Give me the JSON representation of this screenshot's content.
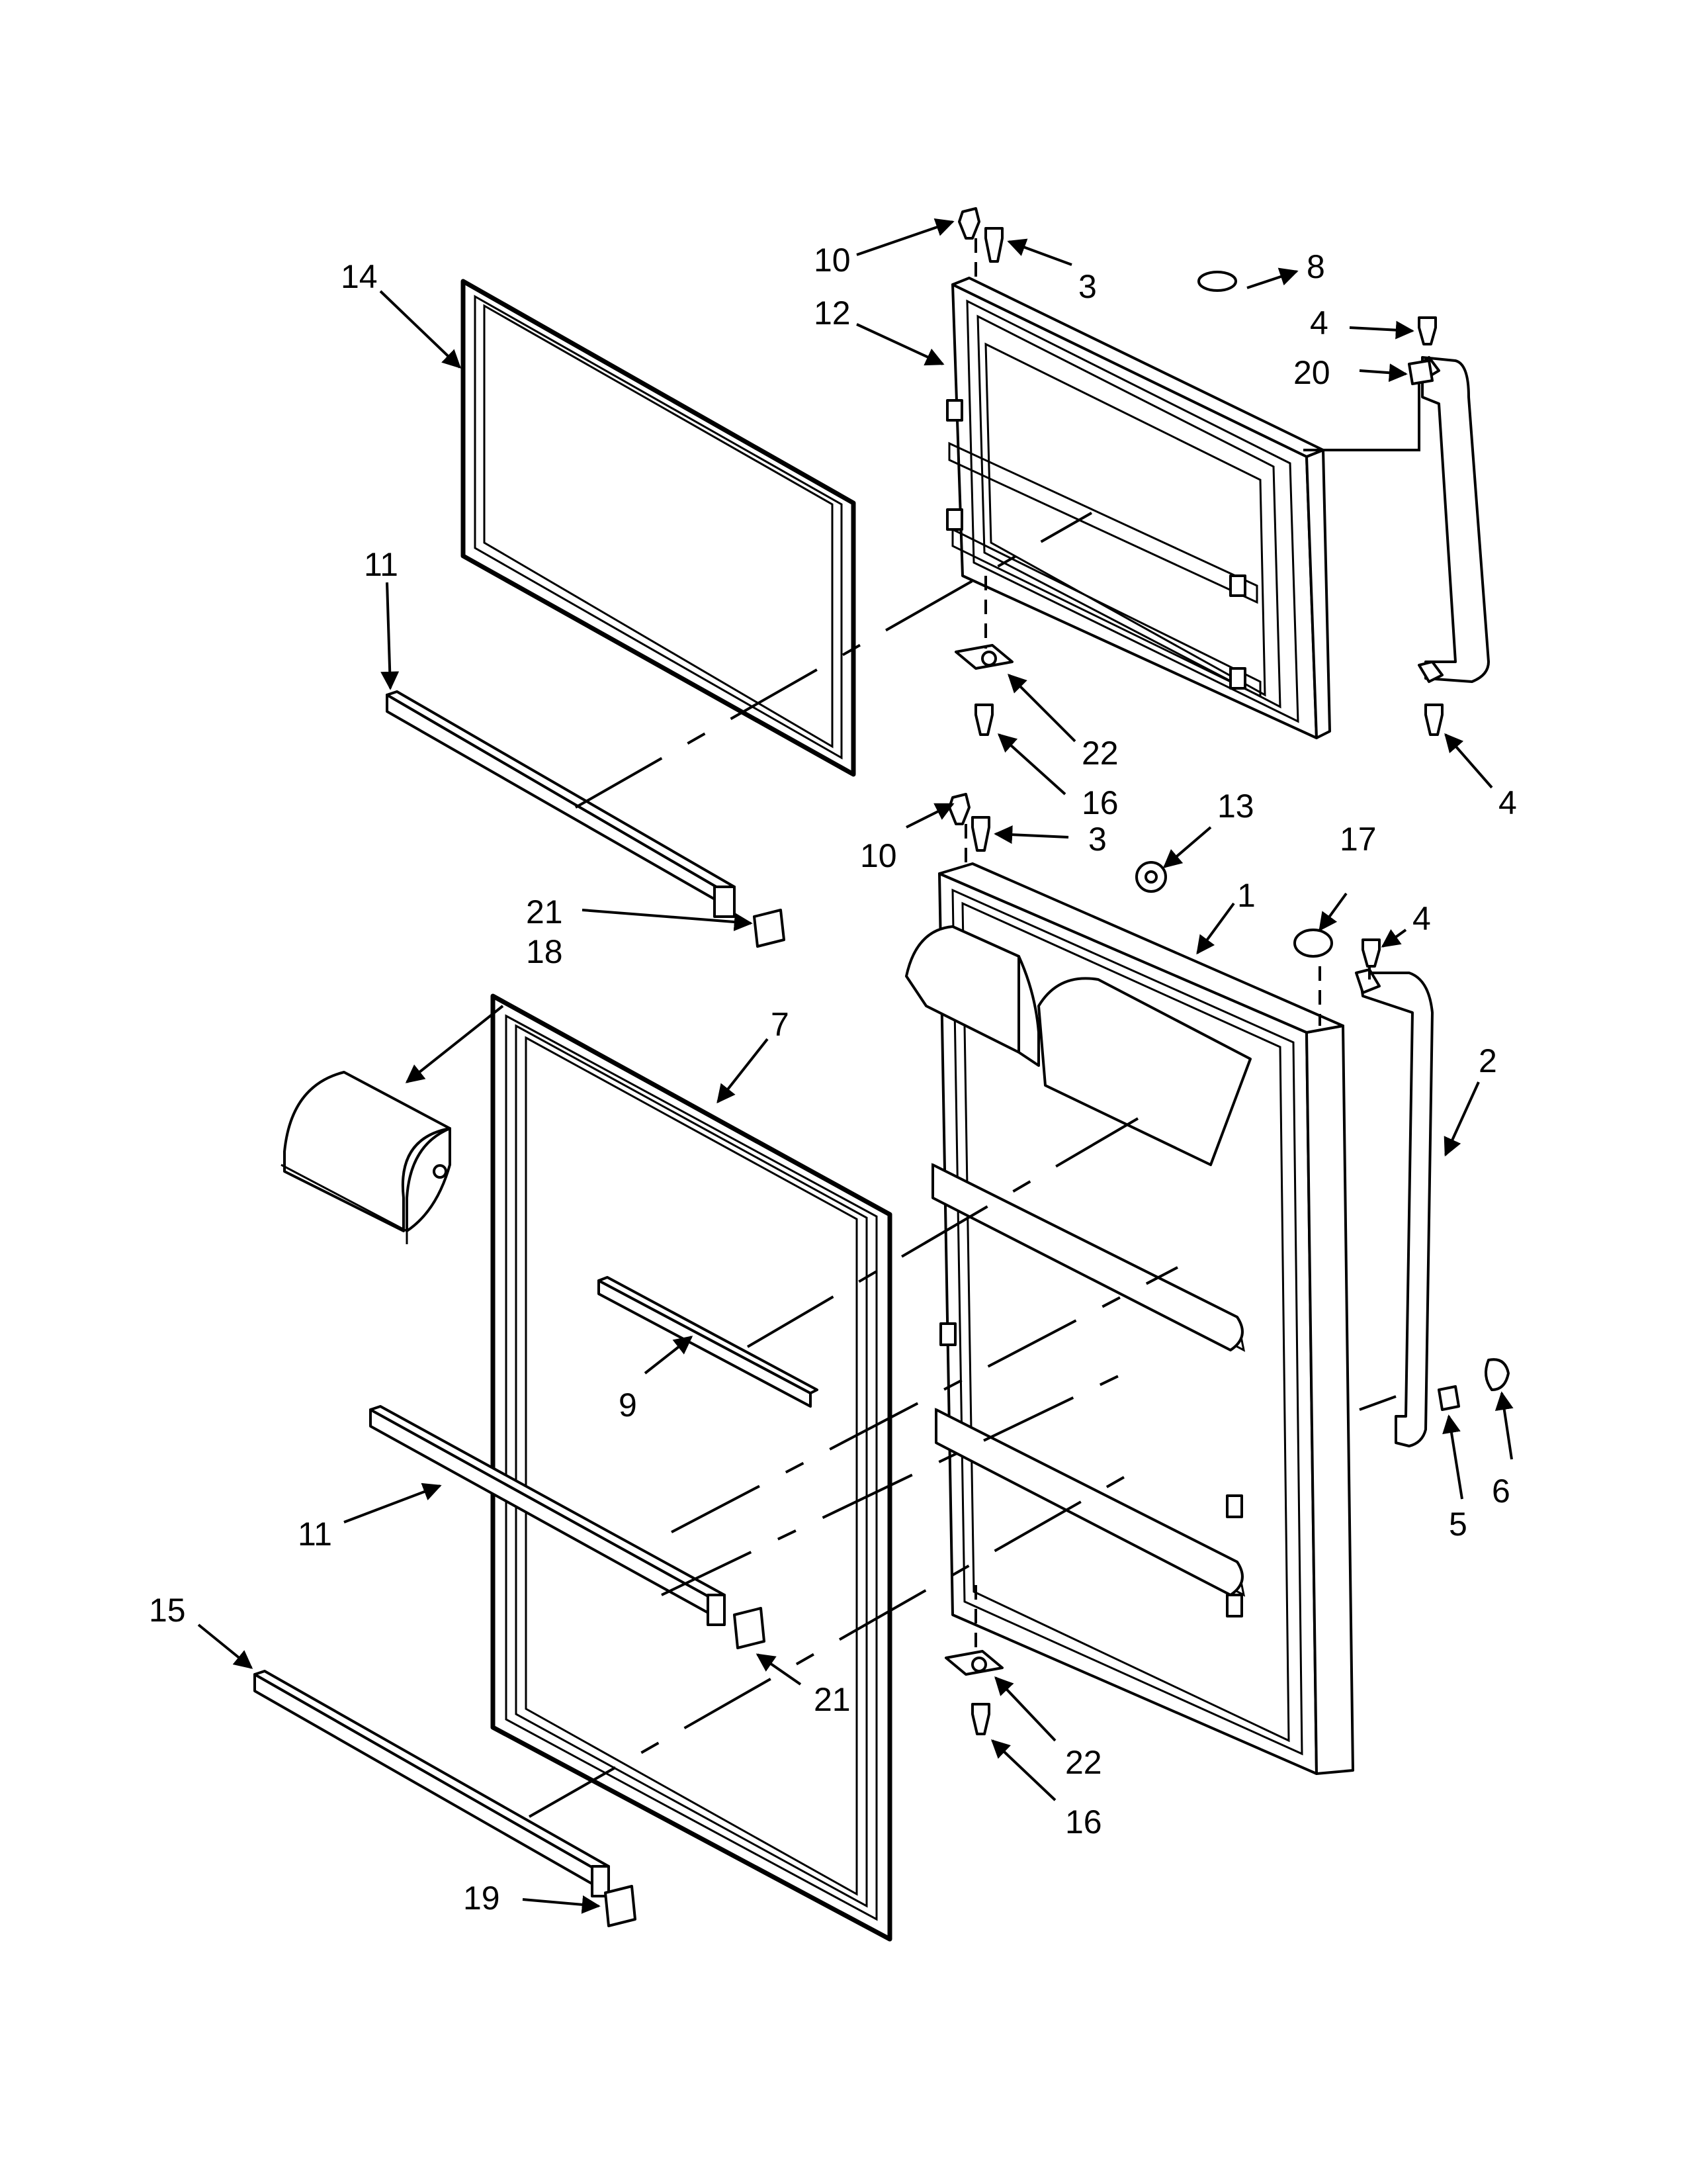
{
  "colors": {
    "ink": "#000000",
    "paper": "#ffffff"
  },
  "diagram": {
    "callouts": {
      "c1": "1",
      "c2": "2",
      "c3a": "3",
      "c3b": "3",
      "c4a": "4",
      "c4b": "4",
      "c4c": "4",
      "c5": "5",
      "c6": "6",
      "c7": "7",
      "c8": "8",
      "c9": "9",
      "c10a": "10",
      "c10b": "10",
      "c11a": "11",
      "c11b": "11",
      "c12": "12",
      "c13": "13",
      "c14": "14",
      "c15": "15",
      "c16a": "16",
      "c16b": "16",
      "c17": "17",
      "c18": "18",
      "c19": "19",
      "c20": "20",
      "c21a": "21",
      "c21b": "21",
      "c22a": "22",
      "c22b": "22"
    }
  }
}
